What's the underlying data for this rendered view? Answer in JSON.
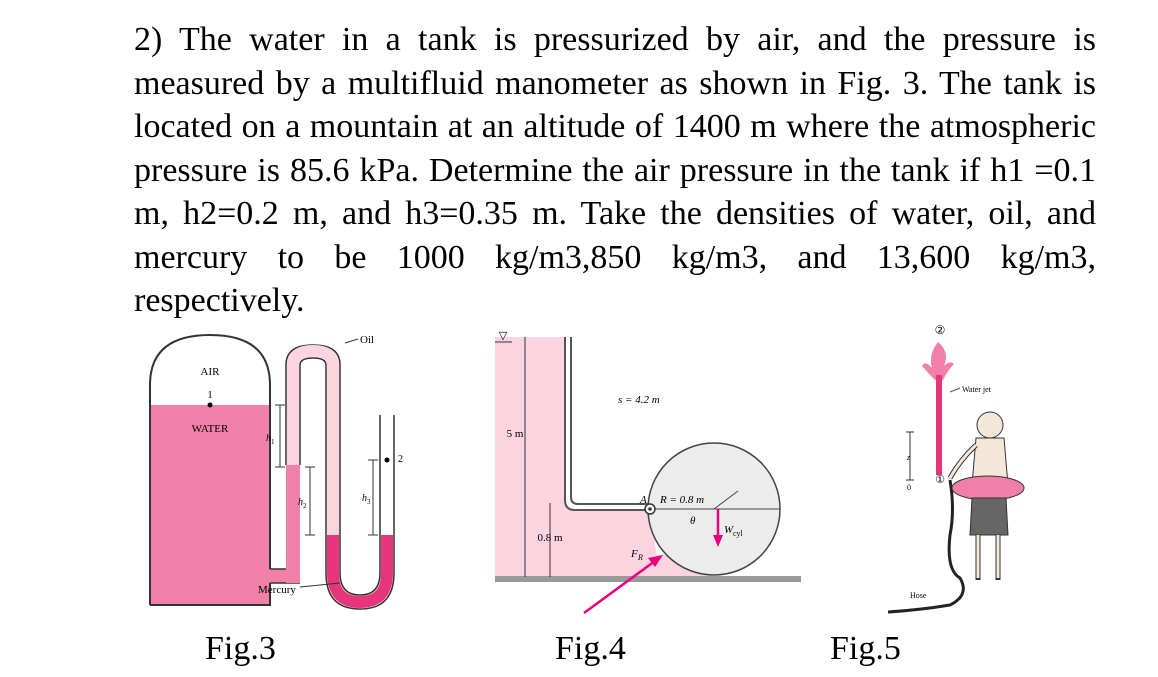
{
  "problem": {
    "text": "2) The water in a tank is pressurized by air, and the pressure is measured by a multifluid manometer as shown in Fig. 3. The tank is located on a mountain at an altitude of 1400 m where the atmospheric pressure is 85.6 kPa. Determine the air pressure in the tank if h1 =0.1 m, h2=0.2 m, and h3=0.35 m. Take the densities of water, oil, and mercury to be 1000 kg/m3,850 kg/m3, and 13,600 kg/m3, respectively."
  },
  "fig3": {
    "caption": "Fig.3",
    "labels": {
      "air": "AIR",
      "point1": "1",
      "water": "WATER",
      "h1": "h",
      "h1_sub": "1",
      "h2": "h",
      "h2_sub": "2",
      "h3": "h",
      "h3_sub": "3",
      "point2": "2",
      "oil": "Oil",
      "mercury": "Mercury"
    }
  },
  "fig4": {
    "caption": "Fig.4",
    "labels": {
      "depth": "5 m",
      "s": "s = 4.2 m",
      "gap": "0.8 m",
      "A": "A",
      "R": "R = 0.8 m",
      "theta": "θ",
      "W": "W",
      "W_sub": "cyl",
      "F": "F",
      "F_sub": "R"
    }
  },
  "fig5": {
    "caption": "Fig.5",
    "labels": {
      "point2": "②",
      "water_jet": "Water jet",
      "z": "z",
      "zero": "0",
      "point1": "①",
      "hose": "Hose"
    }
  },
  "colors": {
    "water_pink": "#f080a8",
    "light_pink": "#fbd4e0",
    "mercury": "#e8347a",
    "arrow": "#e6007e",
    "ground": "#9a9a9a"
  }
}
